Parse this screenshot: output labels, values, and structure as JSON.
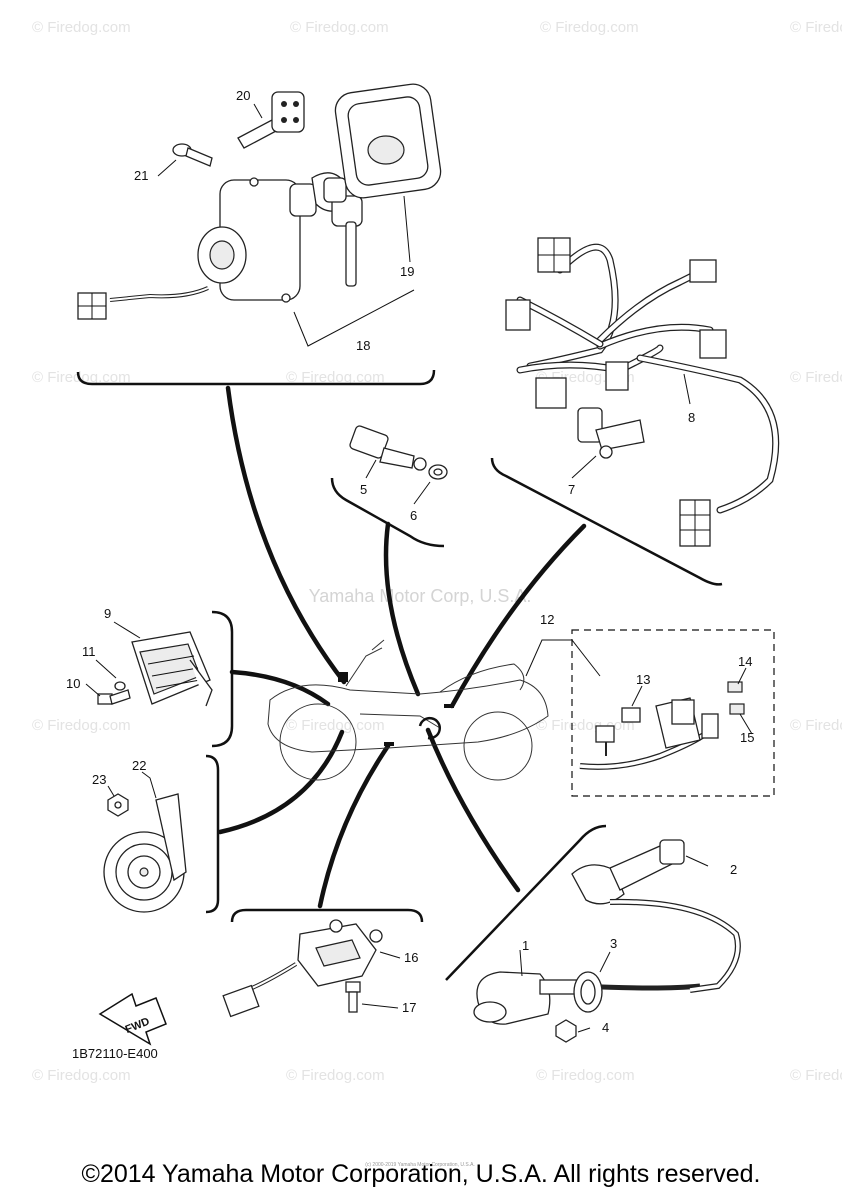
{
  "watermark": "© Firedog.com",
  "center_watermark": "Yamaha Motor Corp, U.S.A.",
  "diagram_code": "1B72110-E400",
  "fwd_label": "FWD",
  "footer": "©2014 Yamaha Motor Corporation, U.S.A. All rights reserved.",
  "fine_print": "(c) 2000-2019 Yamaha Motor Corporation, U.S.A.",
  "callouts": [
    "1",
    "2",
    "3",
    "4",
    "5",
    "6",
    "7",
    "8",
    "9",
    "10",
    "11",
    "12",
    "13",
    "14",
    "15",
    "16",
    "17",
    "18",
    "19",
    "20",
    "21",
    "22",
    "23"
  ]
}
